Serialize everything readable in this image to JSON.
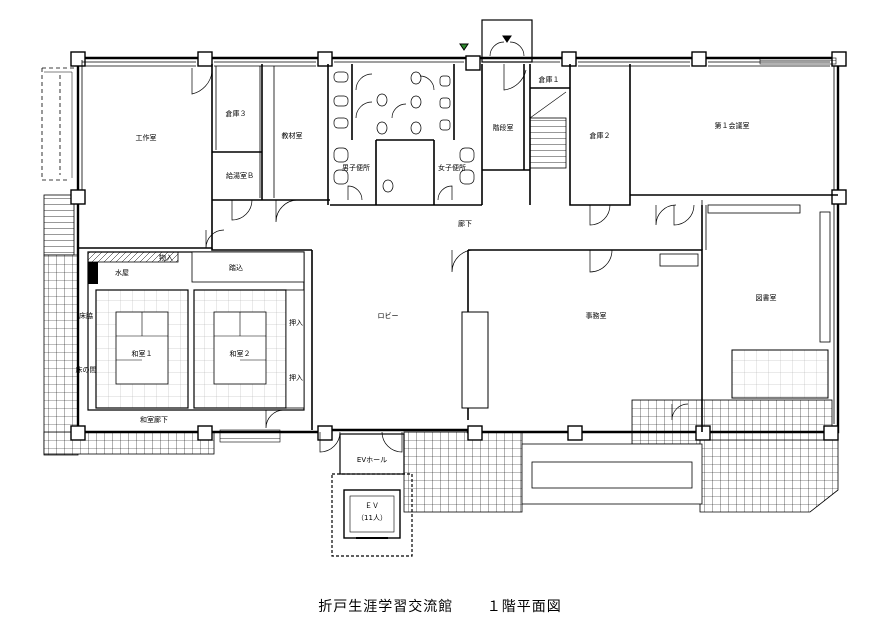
{
  "caption": {
    "title": "折戸生涯学習交流館",
    "floor": "１階平面図"
  },
  "rooms": {
    "workshop": "工作室",
    "storage3": "倉庫３",
    "materials": "教材室",
    "kyutou": "給湯室Ｂ",
    "mens_toilet": "男子便所",
    "womens_toilet": "女子便所",
    "stairs": "階段室",
    "storage1": "倉庫１",
    "storage2": "倉庫２",
    "meeting1": "第１会議室",
    "corridor": "廊下",
    "mizuya": "水屋",
    "oshiire_top": "物入",
    "fumikomi": "踏込",
    "engawa": "床脇",
    "tokonoma": "床の間",
    "washitsu1": "和室１",
    "washitsu2": "和室２",
    "oshiire1": "押入",
    "oshiire2": "押入",
    "washitsu_corridor": "和室廊下",
    "lobby": "ロビー",
    "office": "事務室",
    "library": "図書室",
    "ev_hall": "EVホール",
    "ev": "ＥＶ",
    "ev_capacity": "（11人）"
  }
}
